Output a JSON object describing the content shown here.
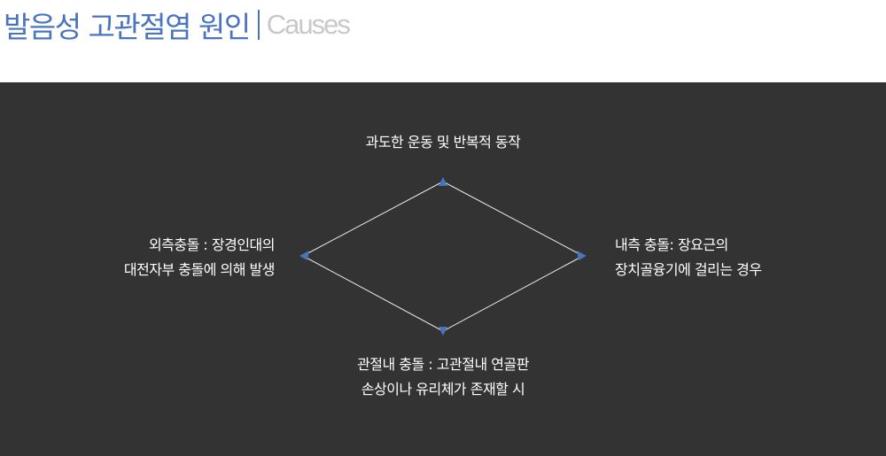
{
  "header": {
    "title": "발음성 고관절염 원인",
    "subtitle": "Causes"
  },
  "diagram": {
    "top_label": "과도한 운동 및 반복적 동작",
    "left_label": [
      "외측충돌 : 장경인대의",
      "대전자부 충돌에 의해 발생"
    ],
    "right_label": [
      "내측 충돌: 장요근의",
      "장치골융기에 걸리는 경우"
    ],
    "bottom_label": [
      "관절내 충돌 : 고관절내 연골판",
      "손상이나 유리체가 존재할 시"
    ]
  },
  "colors": {
    "title": "#4a74bd",
    "subtitle": "#c8c8c8",
    "panel_background": "#333333",
    "line": "#e8e8e8",
    "marker": "#4a74bd",
    "label_text": "#ffffff"
  }
}
